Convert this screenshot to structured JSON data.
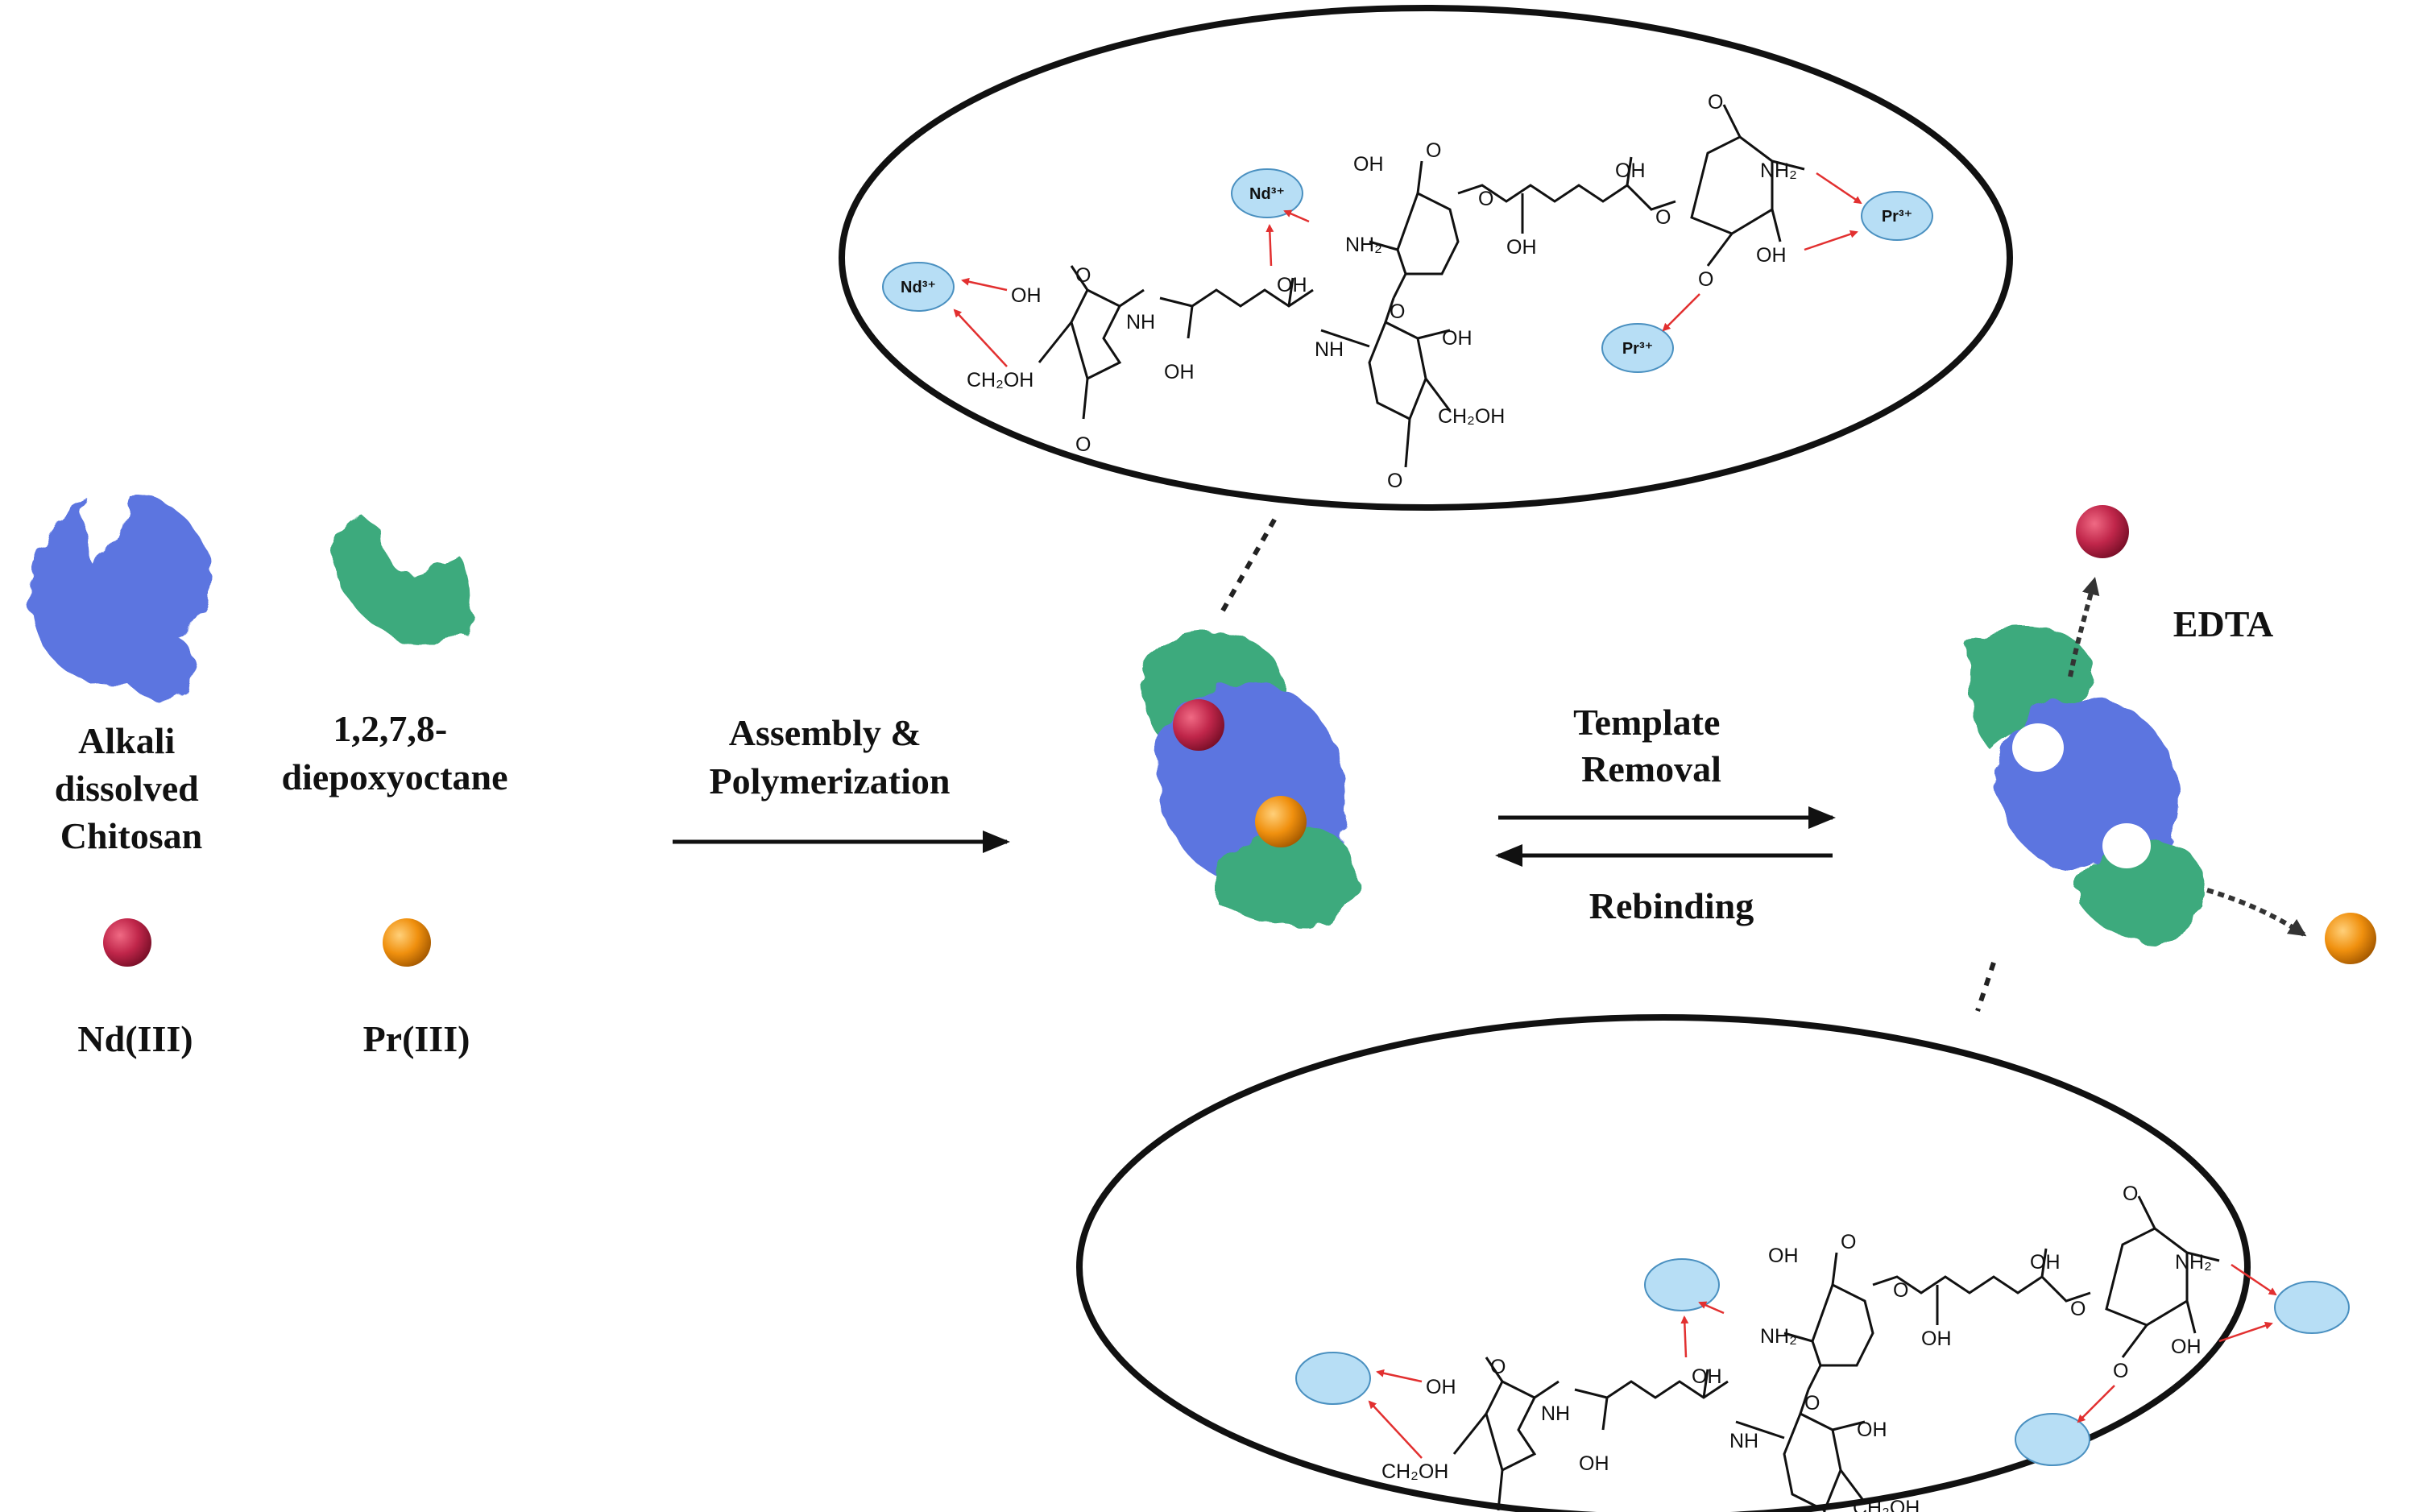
{
  "legend": {
    "chitosan_label": [
      "Alkali",
      "dissolved",
      "Chitosan"
    ],
    "crosslinker_label": [
      "1,2,7,8-",
      "diepoxyoctane"
    ],
    "nd_label": "Nd(III)",
    "pr_label": "Pr(III)"
  },
  "steps": {
    "assembly": [
      "Assembly &",
      "Polymerization"
    ],
    "template_removal": [
      "Template",
      "Removal"
    ],
    "rebinding": "Rebinding",
    "edta": "EDTA"
  },
  "chemistry": {
    "oh": "OH",
    "ch2oh": "CH₂OH",
    "nh2": "NH₂",
    "nh": "NH",
    "o": "O",
    "nd_ion": "Nd³⁺",
    "pr_ion": "Pr³⁺"
  },
  "colors": {
    "chitosan": "#5b74e0",
    "crosslinker": "#3daa7d",
    "nd": "#c0264a",
    "pr": "#f0900e",
    "ion_fill": "#b7def5",
    "arrow_red": "#e23030"
  }
}
